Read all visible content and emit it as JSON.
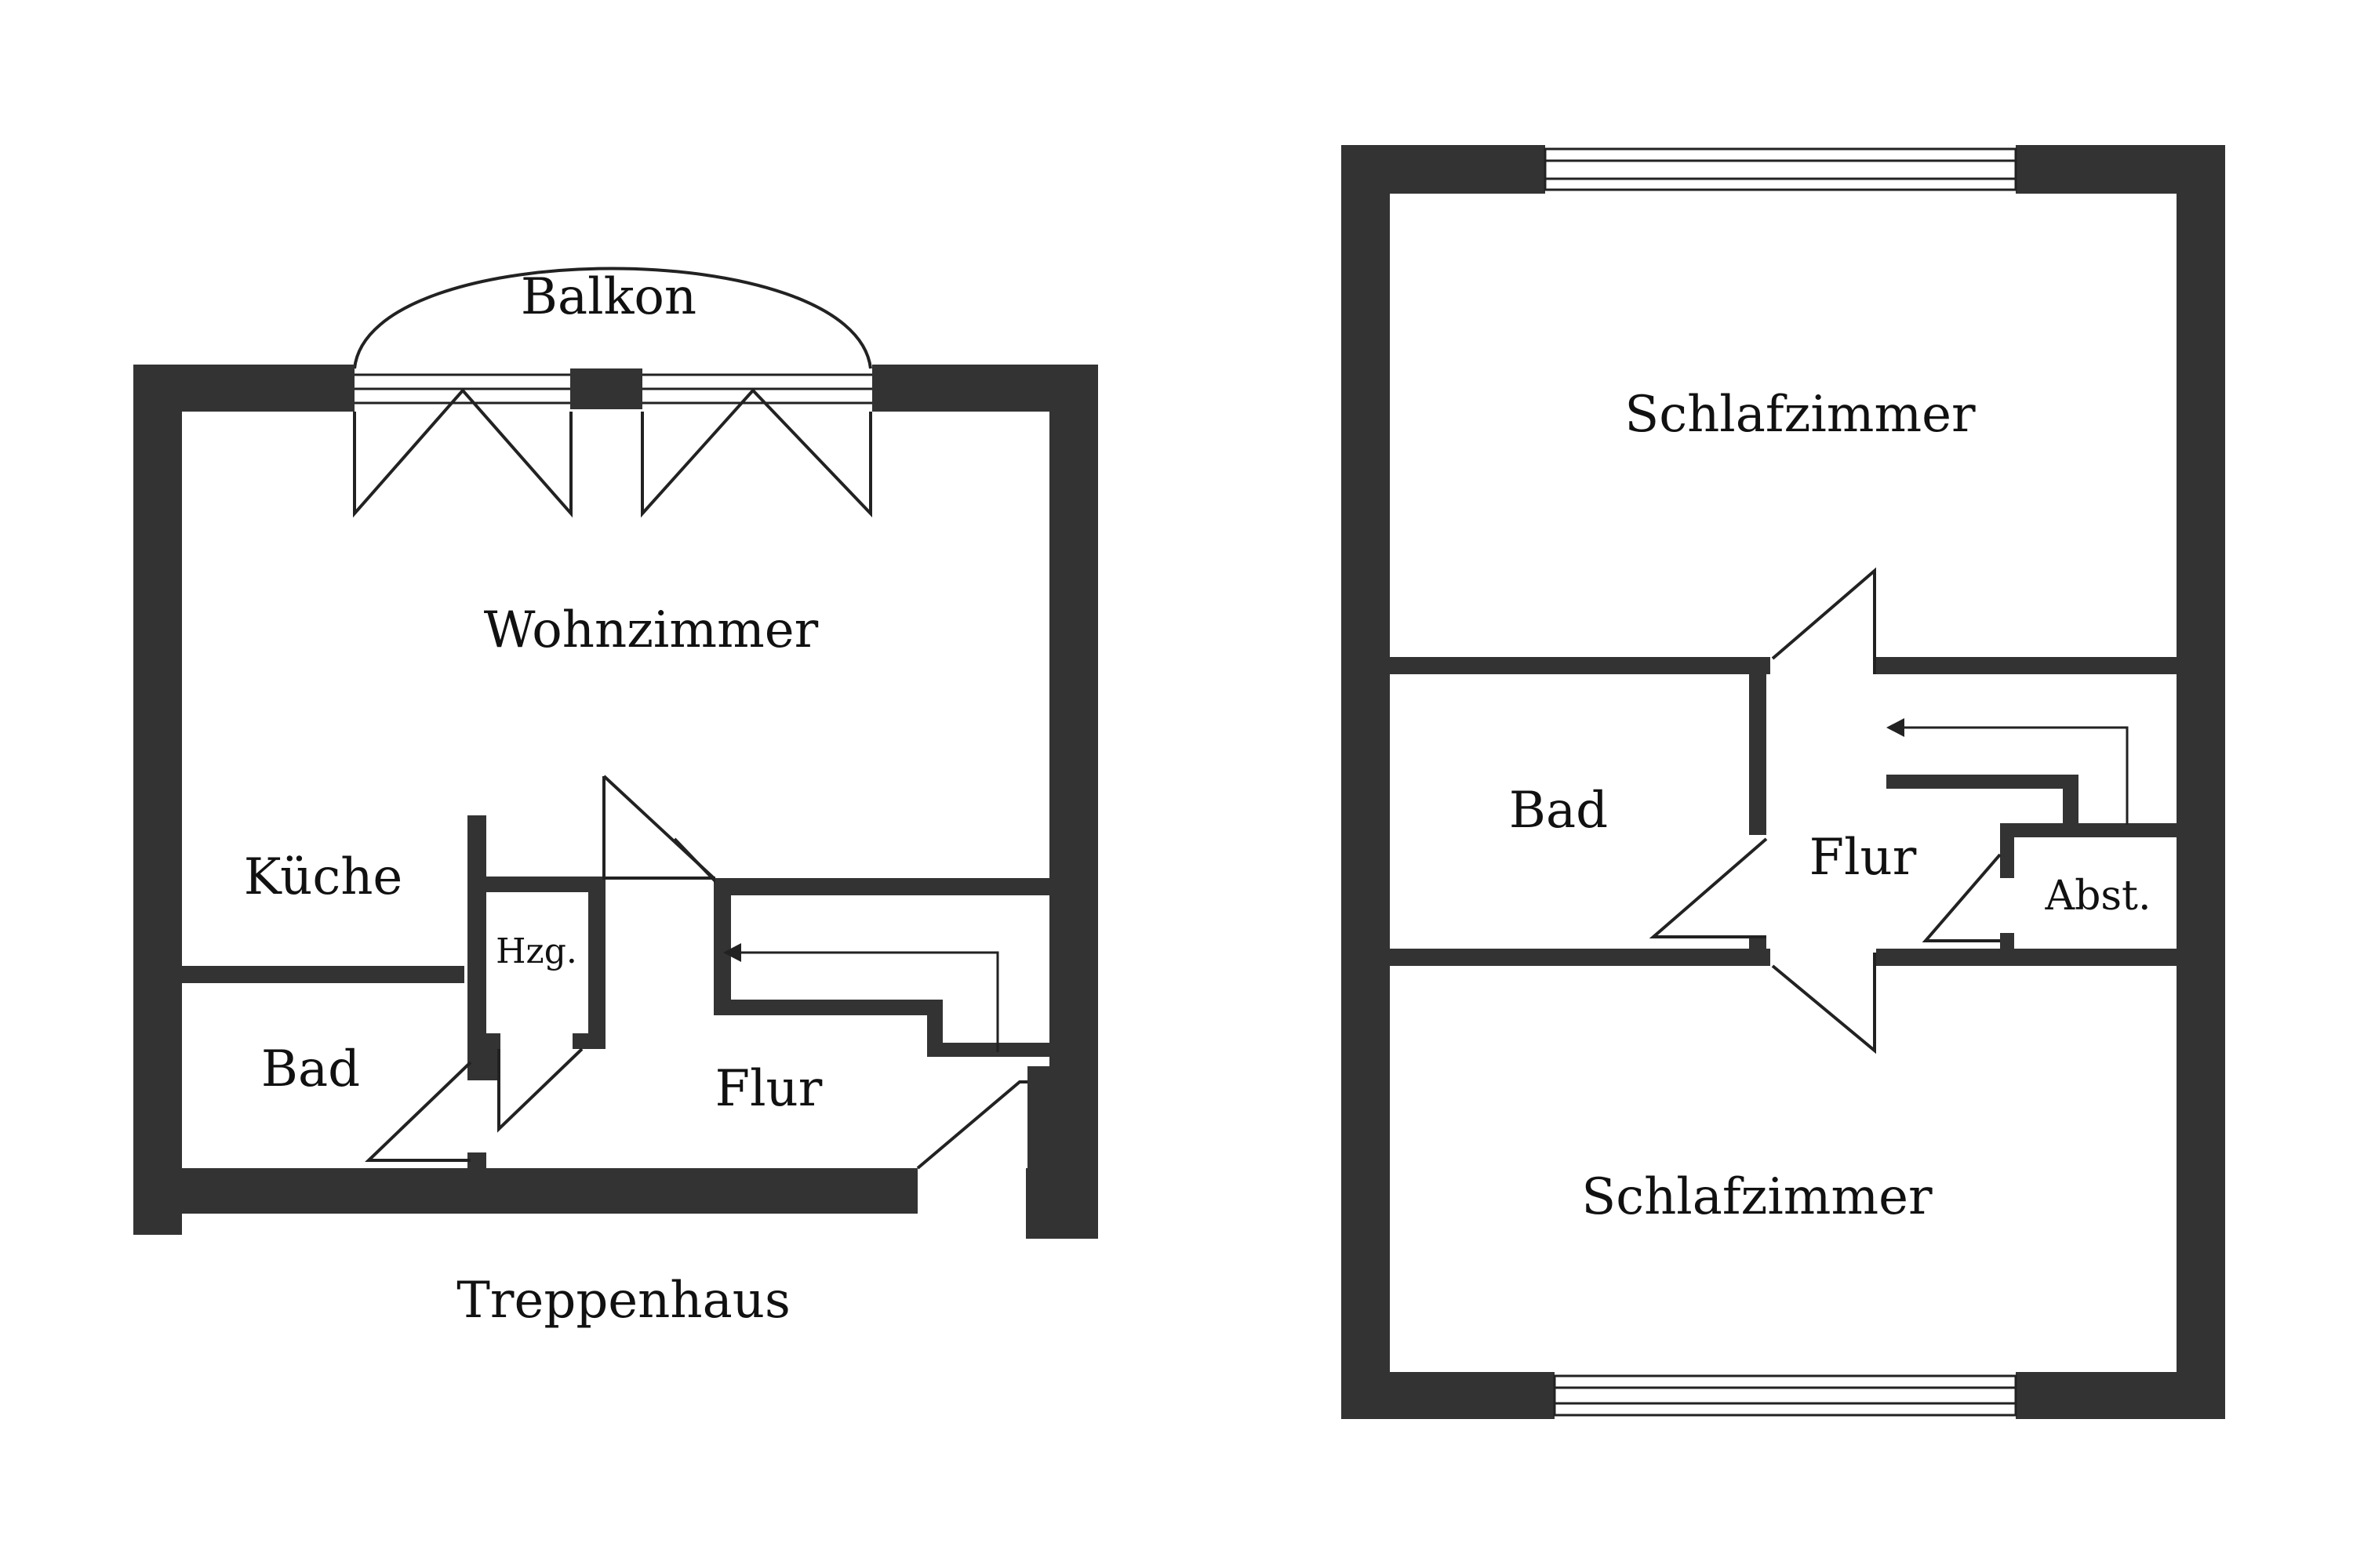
{
  "plan_left": {
    "balcony": "Balkon",
    "living": "Wohnzimmer",
    "kitchen": "Küche",
    "heating": "Hzg.",
    "bath": "Bad",
    "hall": "Flur",
    "stairwell": "Treppenhaus"
  },
  "plan_right": {
    "bedroom_top": "Schlafzimmer",
    "bath": "Bad",
    "hall": "Flur",
    "storage": "Abst.",
    "bedroom_bottom": "Schlafzimmer"
  },
  "colors": {
    "wall": "#333333",
    "line": "#222222",
    "background": "#ffffff"
  }
}
